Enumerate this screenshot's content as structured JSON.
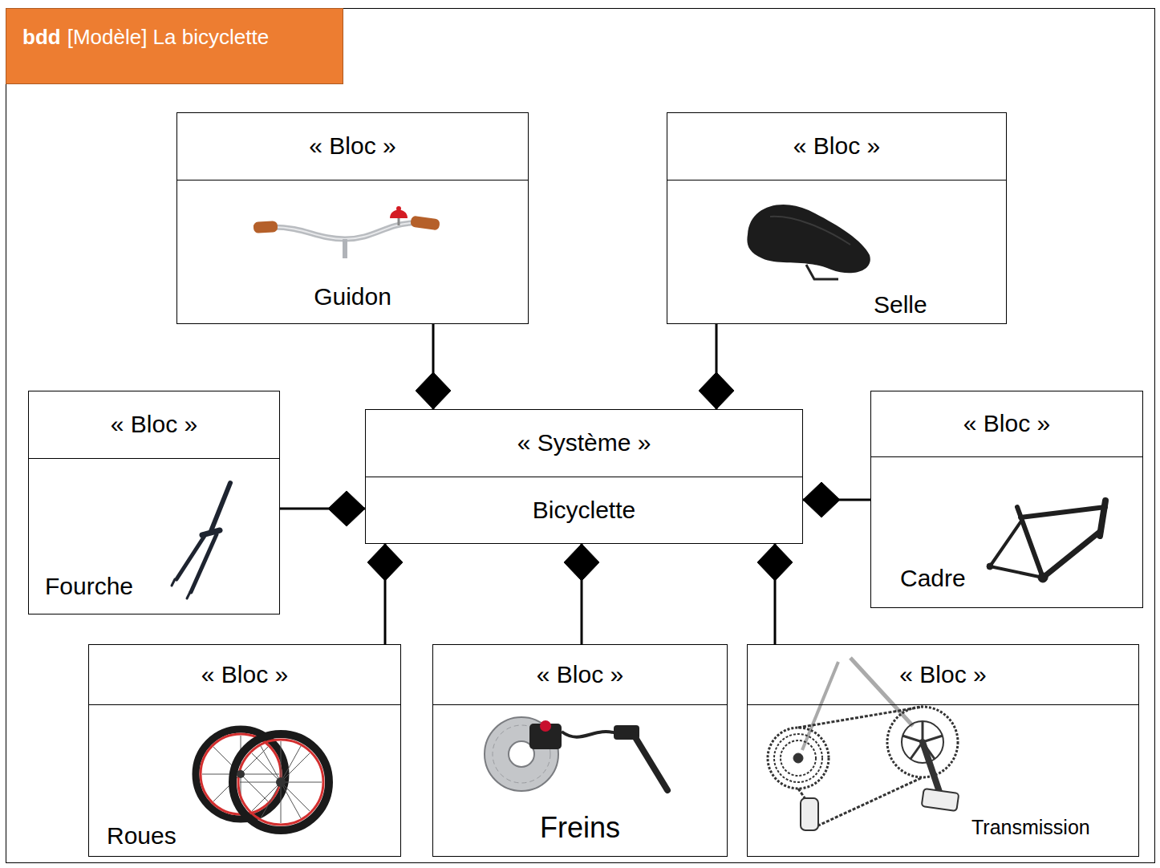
{
  "diagram": {
    "title": "bdd",
    "nodes": [
      {
        "text": [
          "« Bloc »",
          "Guidon"
        ]
      },
      {
        "text": [
          "« Bloc »",
          "Selle"
        ]
      },
      {
        "text": [
          "« Bloc »",
          "Fourche"
        ]
      },
      {
        "text": [
          "« Système »",
          "Bicyclette"
        ]
      },
      {
        "text": [
          "« Bloc »",
          "Cadre"
        ]
      },
      {
        "text": [
          "« Bloc »",
          "Roues"
        ]
      },
      {
        "text": [
          "« Bloc »",
          "Freins"
        ]
      },
      {
        "text": [
          "« Bloc »",
          "Transmission"
        ]
      }
    ],
    "edges": [
      {
        "from": 0,
        "to": 3,
        "arrow": "to"
      },
      {
        "from": 1,
        "to": 3,
        "arrow": "to"
      },
      {
        "from": 2,
        "to": 3,
        "arrow": "to"
      },
      {
        "from": 4,
        "to": 3,
        "arrow": "to"
      },
      {
        "from": 5,
        "to": 3,
        "arrow": "to"
      },
      {
        "from": 6,
        "to": 3,
        "arrow": "to"
      },
      {
        "from": 7,
        "to": 3,
        "arrow": "to"
      }
    ],
    "labels": [
      "[Modèle] La bicyclette"
    ]
  }
}
